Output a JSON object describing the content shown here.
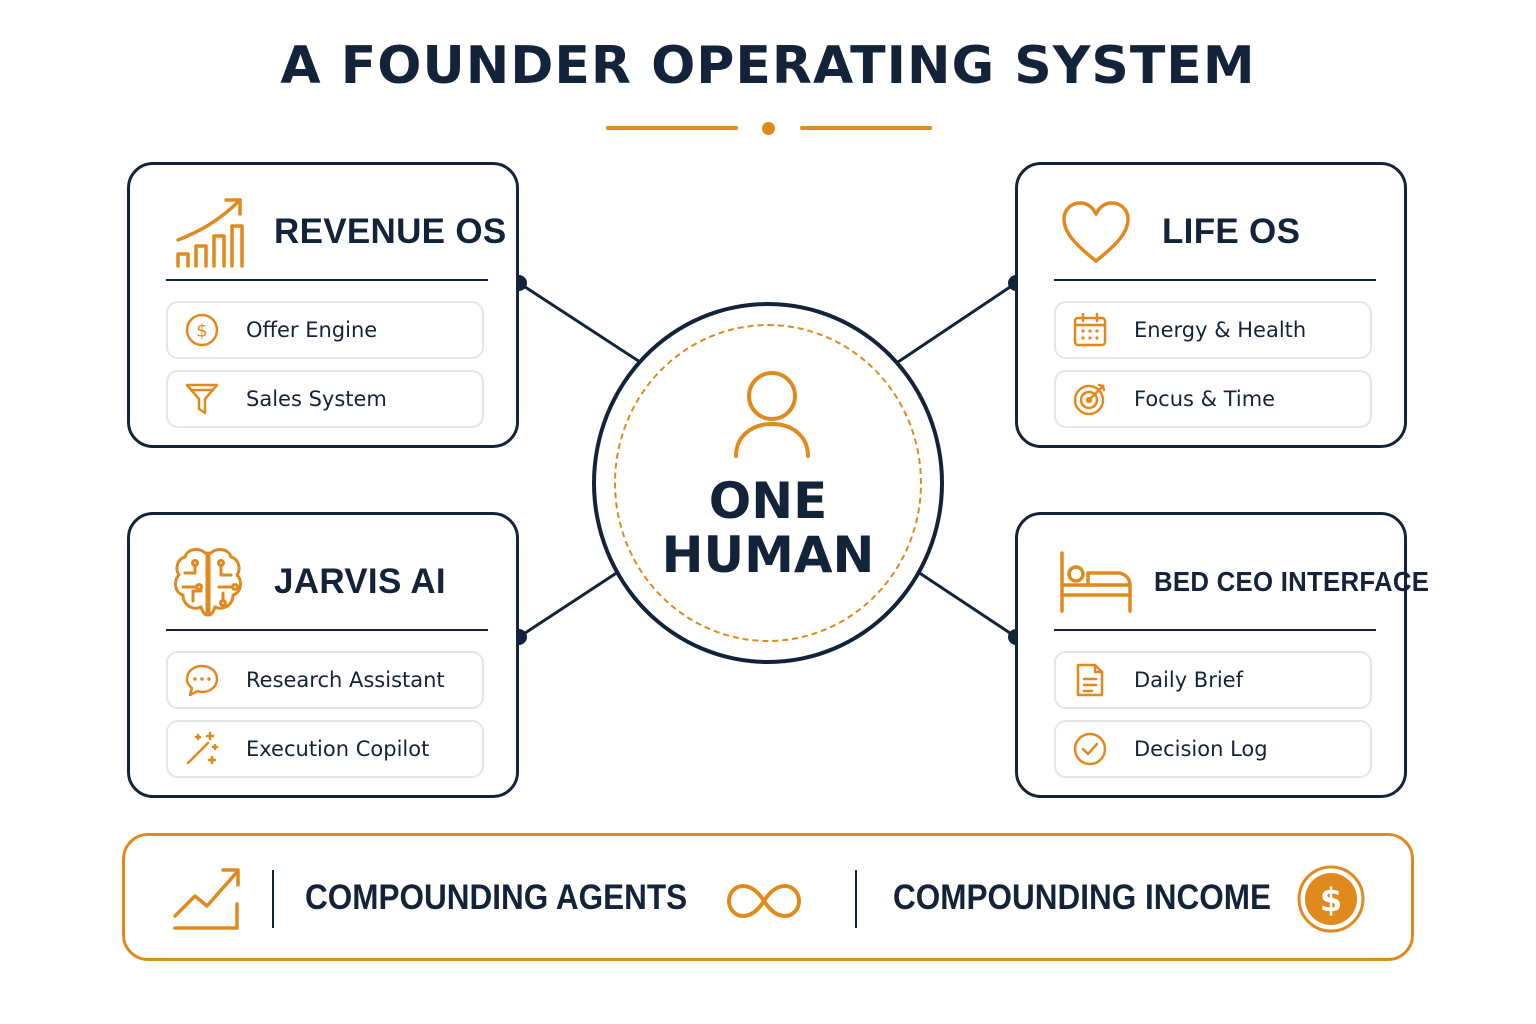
{
  "title": "A FOUNDER OPERATING SYSTEM",
  "colors": {
    "accent": "#e08a1e",
    "navy": "#13233a",
    "item_border": "#e3e6ea"
  },
  "hub": {
    "line1": "ONE",
    "line2": "HUMAN",
    "icon": "person-icon"
  },
  "cards": {
    "revenue": {
      "title": "REVENUE OS",
      "icon": "growth-chart-icon",
      "items": [
        {
          "label": "Offer Engine",
          "icon": "dollar-circle-icon"
        },
        {
          "label": "Sales System",
          "icon": "funnel-icon"
        }
      ]
    },
    "life": {
      "title": "LIFE OS",
      "icon": "heart-icon",
      "items": [
        {
          "label": "Energy & Health",
          "icon": "calendar-icon"
        },
        {
          "label": "Focus & Time",
          "icon": "target-icon"
        }
      ]
    },
    "jarvis": {
      "title": "JARVIS AI",
      "icon": "brain-circuit-icon",
      "items": [
        {
          "label": "Research Assistant",
          "icon": "chat-bubble-icon"
        },
        {
          "label": "Execution Copilot",
          "icon": "magic-wand-icon"
        }
      ]
    },
    "bed": {
      "title": "BED CEO INTERFACE",
      "icon": "bed-icon",
      "items": [
        {
          "label": "Daily Brief",
          "icon": "document-icon"
        },
        {
          "label": "Decision Log",
          "icon": "check-circle-icon"
        }
      ]
    }
  },
  "banner": {
    "left_text": "COMPOUNDING AGENTS",
    "right_text": "COMPOUNDING INCOME",
    "left_icon": "trend-up-icon",
    "center_icon": "infinity-icon",
    "right_icon": "dollar-coin-icon"
  }
}
